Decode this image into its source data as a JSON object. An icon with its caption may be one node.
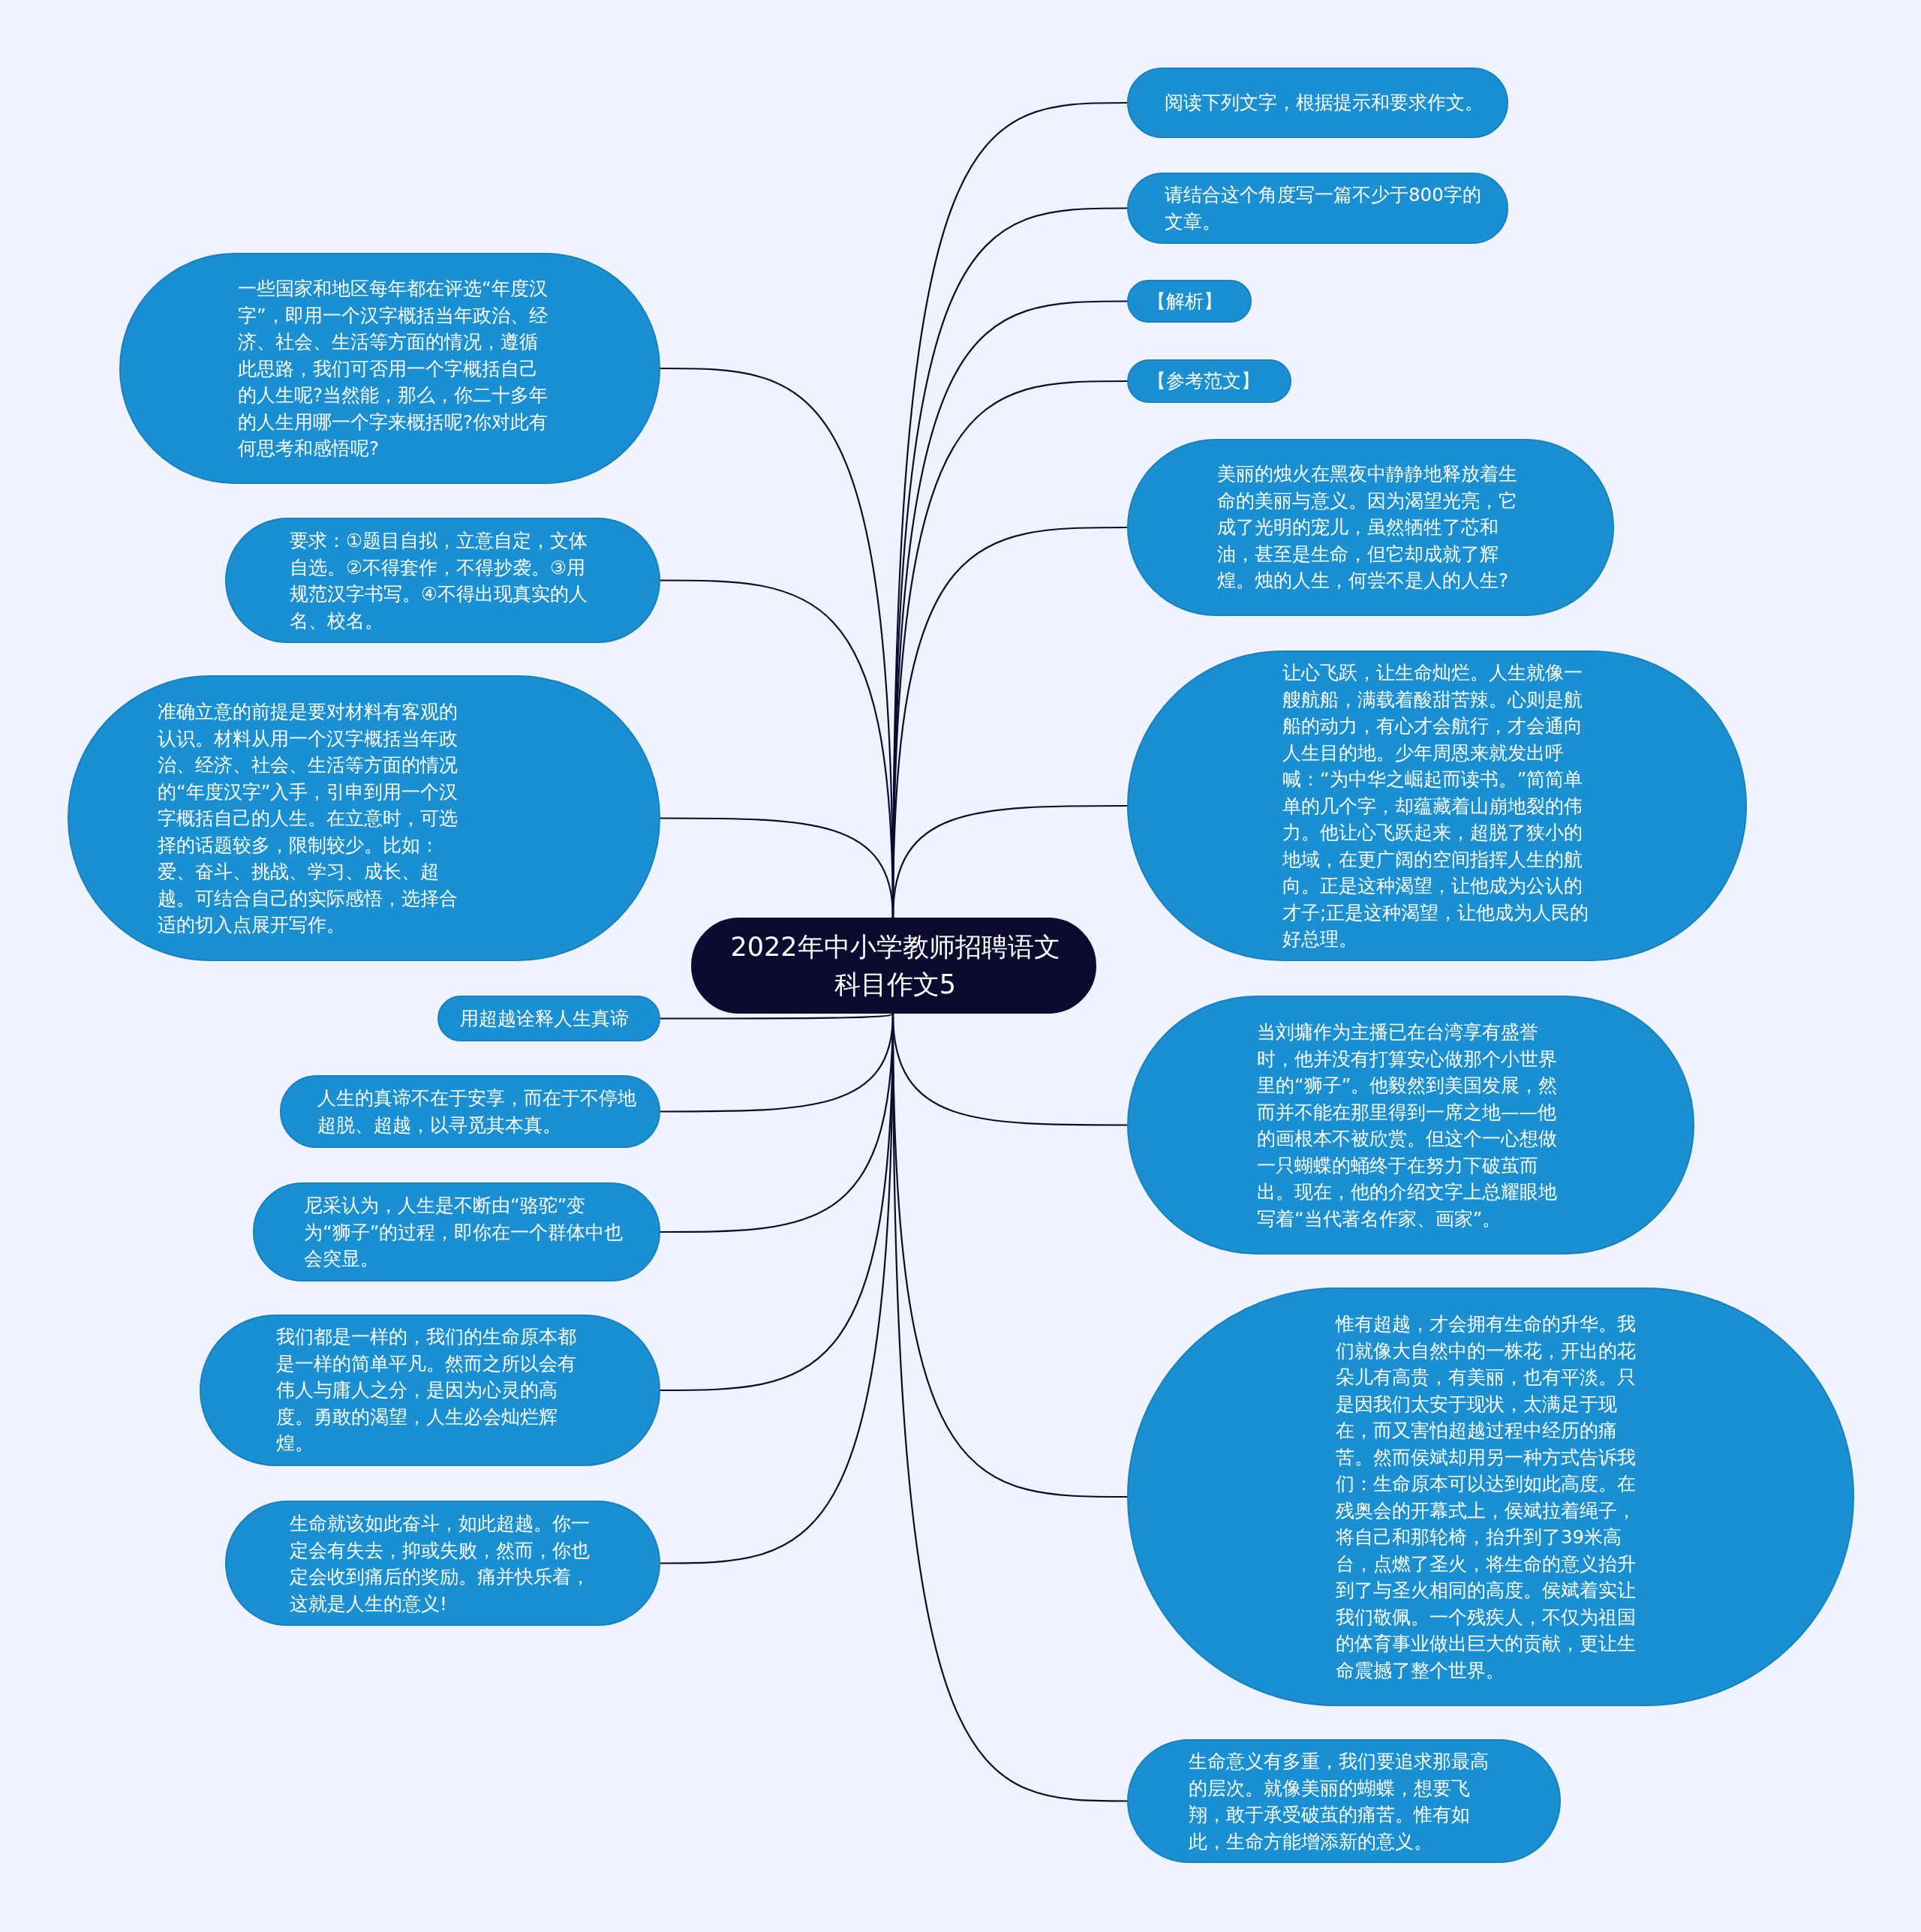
{
  "diagram": {
    "nodes": [
      {
        "text": [
          "2022年中小学教师招聘语文科目作文5"
        ]
      },
      {
        "text": [
          "阅读下列文字，根据提示和要求作文。"
        ]
      },
      {
        "text": [
          "请结合这个角度写一篇不少于800字的文章。"
        ]
      },
      {
        "text": [
          "【解析】"
        ]
      },
      {
        "text": [
          "【参考范文】"
        ]
      },
      {
        "text": [
          "美丽的烛火在黑夜中静静地释放着生命的美丽与意义。因为渴望光亮，它成了光明的宠儿，虽然牺牲了芯和油，甚至是生命，但它却成就了辉煌。烛的人生，何尝不是人的人生?"
        ]
      },
      {
        "text": [
          "让心飞跃，让生命灿烂。人生就像一艘航船，满载着酸甜苦辣。心则是航船的动力，有心才会航行，才会通向人生目的地。少年周恩来就发出呼喊：“为中华之崛起而读书。”简简单单的几个字，却蕴藏着山崩地裂的伟力。他让心飞跃起来，超脱了狭小的地域，在更广阔的空间指挥人生的航向。正是这种渴望，让他成为公认的才子;正是这种渴望，让他成为人民的好总理。"
        ]
      },
      {
        "text": [
          "当刘墉作为主播已在台湾享有盛誉时，他并没有打算安心做那个小世界里的“狮子”。他毅然到美国发展，然而并不能在那里得到一席之地——他的画根本不被欣赏。但这个一心想做一只蝴蝶的蛹终于在努力下破茧而出。现在，他的介绍文字上总耀眼地写着“当代著名作家、画家”。"
        ]
      },
      {
        "text": [
          "惟有超越，才会拥有生命的升华。我们就像大自然中的一株花，开出的花朵儿有高贵，有美丽，也有平淡。只是因我们太安于现状，太满足于现在，而又害怕超越过程中经历的痛苦。然而侯斌却用另一种方式告诉我们：生命原本可以达到如此高度。在残奥会的开幕式上，侯斌拉着绳子，将自己和那轮椅，抬升到了39米高台，点燃了圣火，将生命的意义抬升到了与圣火相同的高度。侯斌着实让我们敬佩。一个残疾人，不仅为祖国的体育事业做出巨大的贡献，更让生命震撼了整个世界。"
        ]
      },
      {
        "text": [
          "生命意义有多重，我们要追求那最高的层次。就像美丽的蝴蝶，想要飞翔，敢于承受破茧的痛苦。惟有如此，生命方能增添新的意义。"
        ]
      },
      {
        "text": [
          "一些国家和地区每年都在评选“年度汉字”，即用一个汉字概括当年政治、经济、社会、生活等方面的情况，遵循此思路，我们可否用一个字概括自己的人生呢?当然能，那么，你二十多年的人生用哪一个字来概括呢?你对此有何思考和感悟呢?"
        ]
      },
      {
        "text": [
          "要求：①题目自拟，立意自定，文体自选。②不得套作，不得抄袭。③用规范汉字书写。④不得出现真实的人名、校名。"
        ]
      },
      {
        "text": [
          "准确立意的前提是要对材料有客观的认识。材料从用一个汉字概括当年政治、经济、社会、生活等方面的情况的“年度汉字”入手，引申到用一个汉字概括自己的人生。在立意时，可选择的话题较多，限制较少。比如：爱、奋斗、挑战、学习、成长、超越。可结合自己的实际感悟，选择合适的切入点展开写作。"
        ]
      },
      {
        "text": [
          "用超越诠释人生真谛"
        ]
      },
      {
        "text": [
          "人生的真谛不在于安享，而在于不停地超脱、超越，以寻觅其本真。"
        ]
      },
      {
        "text": [
          "尼采认为，人生是不断由“骆驼”变为“狮子”的过程，即你在一个群体中也会突显。"
        ]
      },
      {
        "text": [
          "我们都是一样的，我们的生命原本都是一样的简单平凡。然而之所以会有伟人与庸人之分，是因为心灵的高度。勇敢的渴望，人生必会灿烂辉煌。"
        ]
      },
      {
        "text": [
          "生命就该如此奋斗，如此超越。你一定会有失去，抑或失败，然而，你也定会收到痛后的奖励。痛并快乐着，这就是人生的意义!"
        ]
      }
    ],
    "edges": [
      {
        "from": 0,
        "to": 1,
        "arrow": "none"
      },
      {
        "from": 0,
        "to": 2,
        "arrow": "none"
      },
      {
        "from": 0,
        "to": 3,
        "arrow": "none"
      },
      {
        "from": 0,
        "to": 4,
        "arrow": "none"
      },
      {
        "from": 0,
        "to": 5,
        "arrow": "none"
      },
      {
        "from": 0,
        "to": 6,
        "arrow": "none"
      },
      {
        "from": 0,
        "to": 7,
        "arrow": "none"
      },
      {
        "from": 0,
        "to": 8,
        "arrow": "none"
      },
      {
        "from": 0,
        "to": 9,
        "arrow": "none"
      },
      {
        "from": 0,
        "to": 10,
        "arrow": "none"
      },
      {
        "from": 0,
        "to": 11,
        "arrow": "none"
      },
      {
        "from": 0,
        "to": 12,
        "arrow": "none"
      },
      {
        "from": 0,
        "to": 13,
        "arrow": "none"
      },
      {
        "from": 0,
        "to": 14,
        "arrow": "none"
      },
      {
        "from": 0,
        "to": 15,
        "arrow": "none"
      },
      {
        "from": 0,
        "to": 16,
        "arrow": "none"
      },
      {
        "from": 0,
        "to": 17,
        "arrow": "none"
      }
    ]
  }
}
